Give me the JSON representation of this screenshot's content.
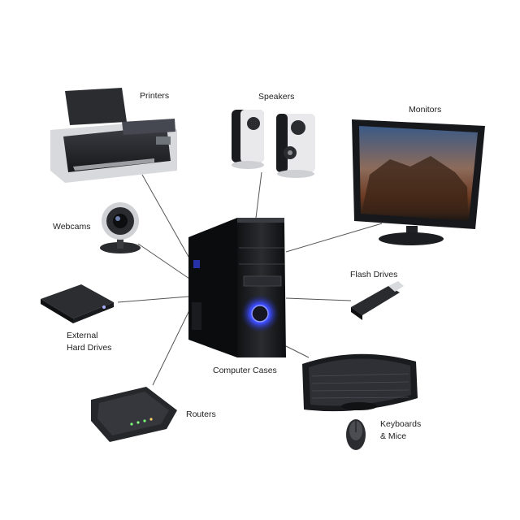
{
  "labels": {
    "printers": "Printers",
    "speakers": "Speakers",
    "monitors": "Monitors",
    "webcams": "Webcams",
    "flash_drives": "Flash Drives",
    "external_hard_drives": "External\nHard Drives",
    "computer_cases": "Computer Cases",
    "routers": "Routers",
    "keyboards_mice": "Keyboards\n& Mice"
  },
  "colors": {
    "background": "#ffffff",
    "connector": "#555555",
    "device_dark": "#1e1f22",
    "accent_glow": "#3b4cff"
  },
  "icons": [
    "printer-icon",
    "speaker-icon",
    "monitor-icon",
    "webcam-icon",
    "usb-drive-icon",
    "hard-drive-icon",
    "computer-case-icon",
    "router-icon",
    "keyboard-icon",
    "mouse-icon"
  ]
}
